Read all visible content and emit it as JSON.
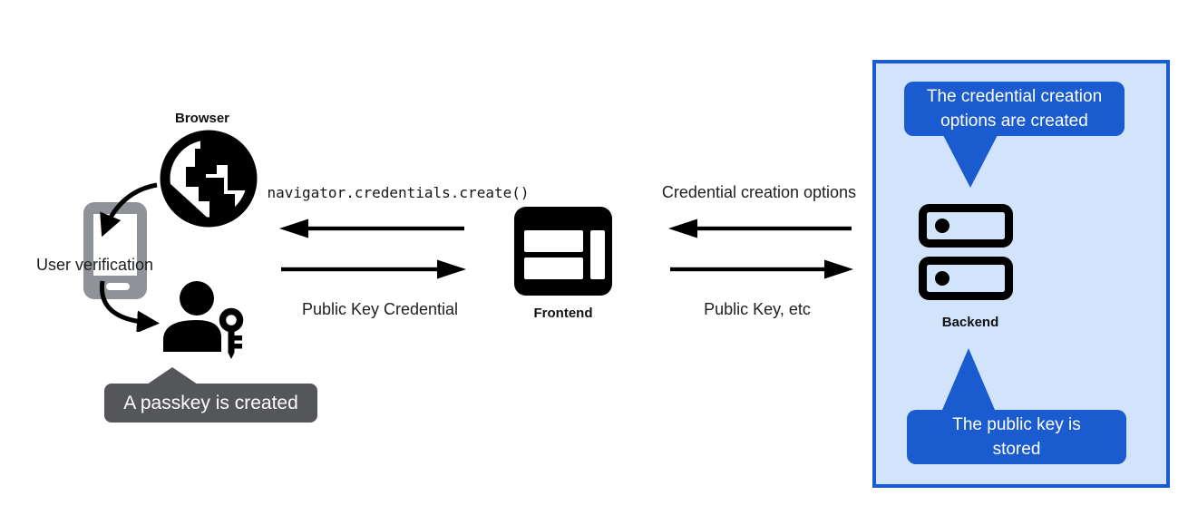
{
  "colors": {
    "accent_blue": "#1a5bd0",
    "panel_fill": "#d2e3fc",
    "dark_tooltip": "#545659",
    "icon_gray": "#8f9296",
    "icon_black": "#000000",
    "text_dark": "#1d1e20",
    "tooltip_text": "#ffffff"
  },
  "user_device": {
    "browser_label": "Browser",
    "user_verification_label": "User verification",
    "passkey_tooltip": "A passkey is created"
  },
  "frontend": {
    "create_call_label": "navigator.credentials.create()",
    "public_key_credential_label": "Public Key Credential",
    "frontend_label": "Frontend"
  },
  "backend": {
    "credential_options_label": "Credential creation options",
    "public_key_label": "Public Key, etc",
    "backend_label": "Backend",
    "options_created_tooltip": "The credential creation\noptions are created",
    "public_key_stored_tooltip": "The public key is\nstored"
  }
}
